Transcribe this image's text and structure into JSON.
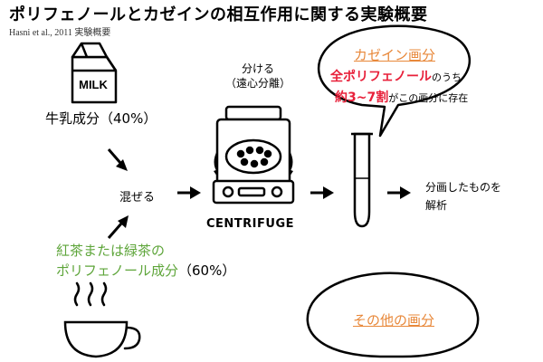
{
  "title": "ポリフェノールとカゼインの相互作用に関する実験概要",
  "citation": "Hasni et al., 2011 実験概要",
  "milk": {
    "carton_text": "MILK",
    "label": "牛乳成分（40%）"
  },
  "tea": {
    "line1": "紅茶または緑茶の",
    "line2_colored": "ポリフェノール成分",
    "line2_rest": "（60%）"
  },
  "mix_label": "混ぜる",
  "separate_label": {
    "line1": "分ける",
    "line2": "（遠心分離）"
  },
  "centrifuge_label": "CENTRIFUGE",
  "analyze_label": {
    "line1": "分画したものを",
    "line2": "解析"
  },
  "bubble_casein": {
    "title": "カゼイン画分",
    "line2_red": "全ポリフェノール",
    "line2_rest": "のうち",
    "line3_red": "約3~7割",
    "line3_rest": "がこの画分に存在"
  },
  "bubble_other": {
    "title": "その他の画分"
  },
  "colors": {
    "orange": "#e8883a",
    "red": "#e8203a",
    "green": "#5ea53a"
  },
  "icons": [
    "milk-carton-icon",
    "tea-cup-icon",
    "centrifuge-icon",
    "test-tube-icon"
  ]
}
